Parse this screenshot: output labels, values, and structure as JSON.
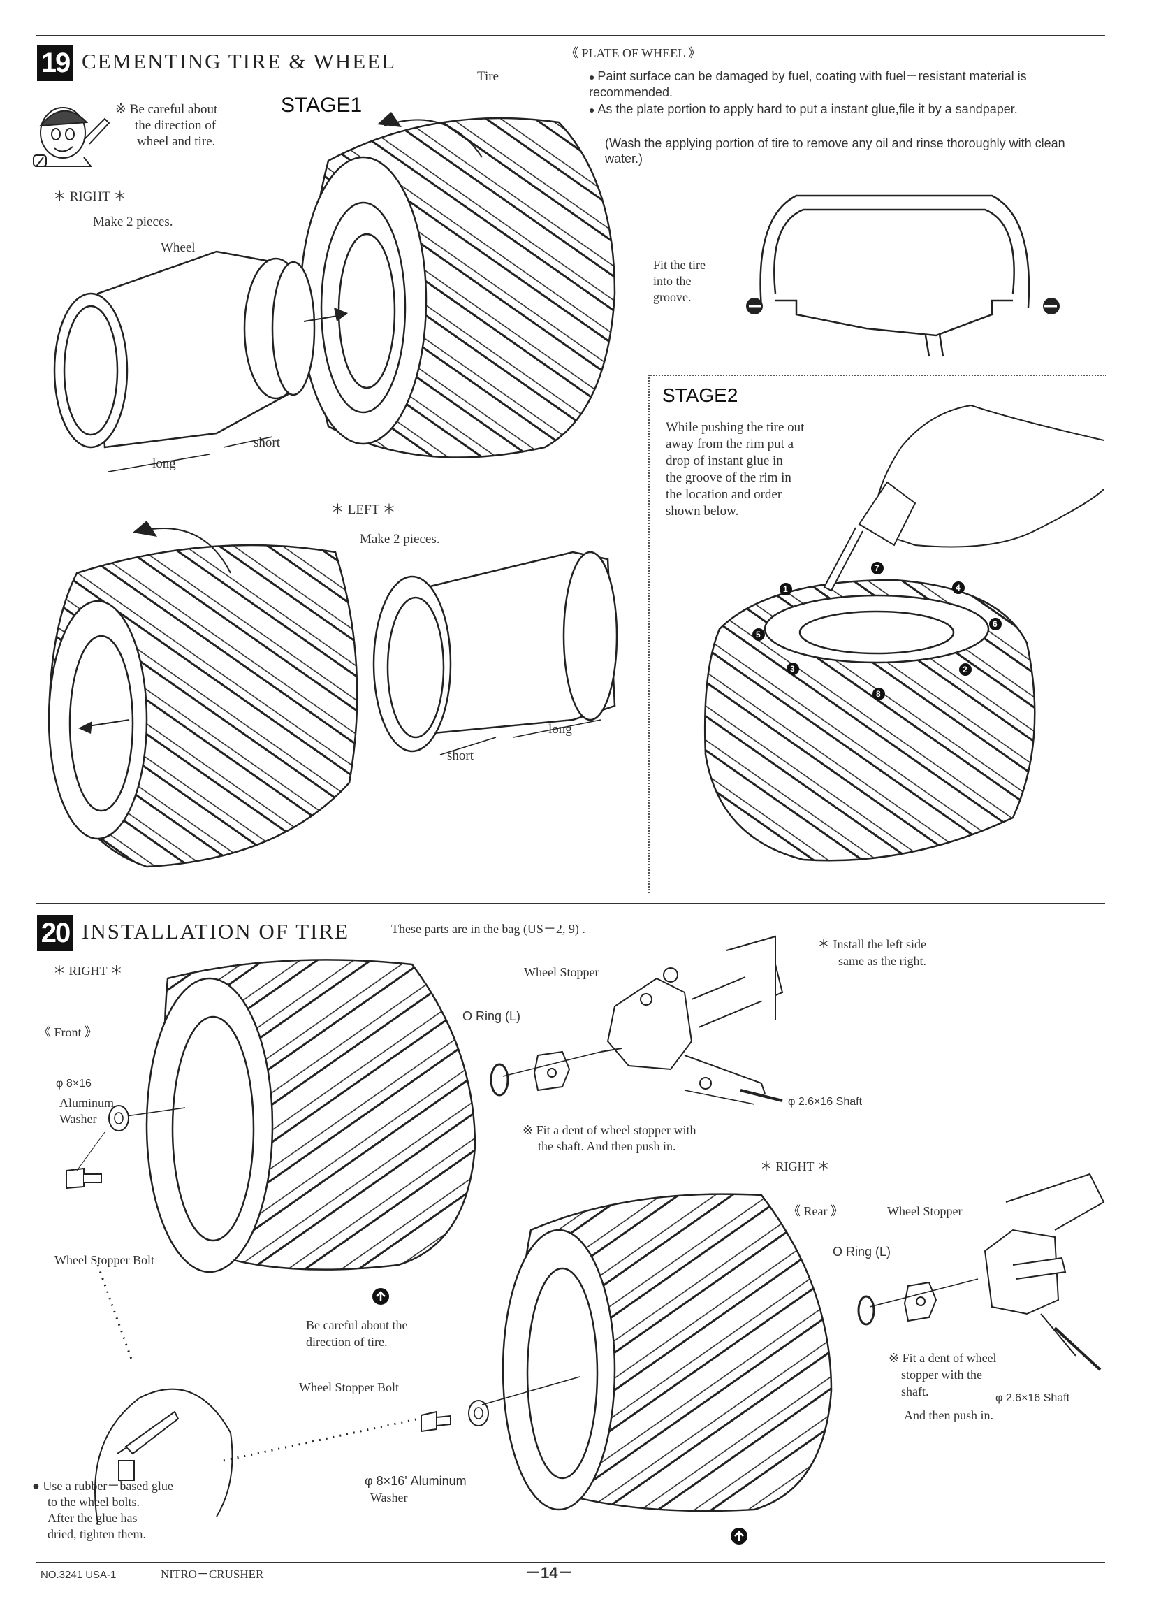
{
  "step19": {
    "number": "19",
    "title": "CEMENTING TIRE & WHEEL",
    "caution": [
      "※ Be careful about",
      "the direction of",
      "wheel and tire."
    ],
    "stage1_label": "STAGE1",
    "tire_label": "Tire",
    "right_label": "＊ RIGHT ＊",
    "right_qty": "Make 2 pieces.",
    "wheel_label": "Wheel",
    "long_label": "long",
    "short_label": "short",
    "left_label": "＊ LEFT ＊",
    "left_qty": "Make 2 pieces.",
    "plate_title": "《 PLATE OF WHEEL 》",
    "plate_bullets": [
      "Paint surface can be damaged by fuel, coating with fuel－resistant material is recommended.",
      "As the plate portion to apply hard to put a instant glue,file it by a sandpaper."
    ],
    "plate_note": "(Wash the applying portion of tire to remove any oil and rinse thoroughly with clean water.)",
    "fit_tire": [
      "Fit the tire",
      "into the",
      "groove."
    ],
    "stage2_label": "STAGE2",
    "stage2_text": [
      "While pushing the tire out",
      "away from the rim put a",
      "drop of instant glue in",
      "the groove of the rim in",
      "the location and order",
      "shown below."
    ],
    "glue_order": [
      "1",
      "2",
      "3",
      "4",
      "5",
      "6",
      "7",
      "8"
    ]
  },
  "step20": {
    "number": "20",
    "title": "INSTALLATION OF TIRE",
    "bag_note": "These parts are in the bag (US－2, 9) .",
    "install_left": [
      "＊ Install the left side",
      "same as the right."
    ],
    "right_label": "＊ RIGHT ＊",
    "front_label": "《 Front 》",
    "washer_label": [
      "φ 8×16",
      "Aluminum",
      "Washer"
    ],
    "wheel_stopper": "Wheel Stopper",
    "oring": "O Ring (L)",
    "shaft": "φ 2.6×16 Shaft",
    "fit_dent": [
      "※ Fit a dent of wheel stopper with",
      "the shaft.  And then push in."
    ],
    "right_label2": "＊ RIGHT ＊",
    "rear_label": "《 Rear 》",
    "wheel_stopper_bolt": "Wheel Stopper Bolt",
    "careful_tire": [
      "Be careful about the",
      "direction of tire."
    ],
    "wheel_stopper_bolt2": "Wheel Stopper Bolt",
    "washer_label2": [
      "φ 8×16' Aluminum",
      "Washer"
    ],
    "fit_dent2": [
      "※ Fit a dent of wheel",
      "stopper with the",
      "shaft."
    ],
    "shaft2": "φ 2.6×16 Shaft",
    "push_in": "And then push in.",
    "glue_note": [
      "● Use a rubber－based glue",
      "to the wheel bolts.",
      "After the glue has",
      "dried, tighten them."
    ]
  },
  "footer": {
    "model_no": "NO.3241 USA-1",
    "model_name": "NITRO－CRUSHER",
    "page": "－14－"
  }
}
